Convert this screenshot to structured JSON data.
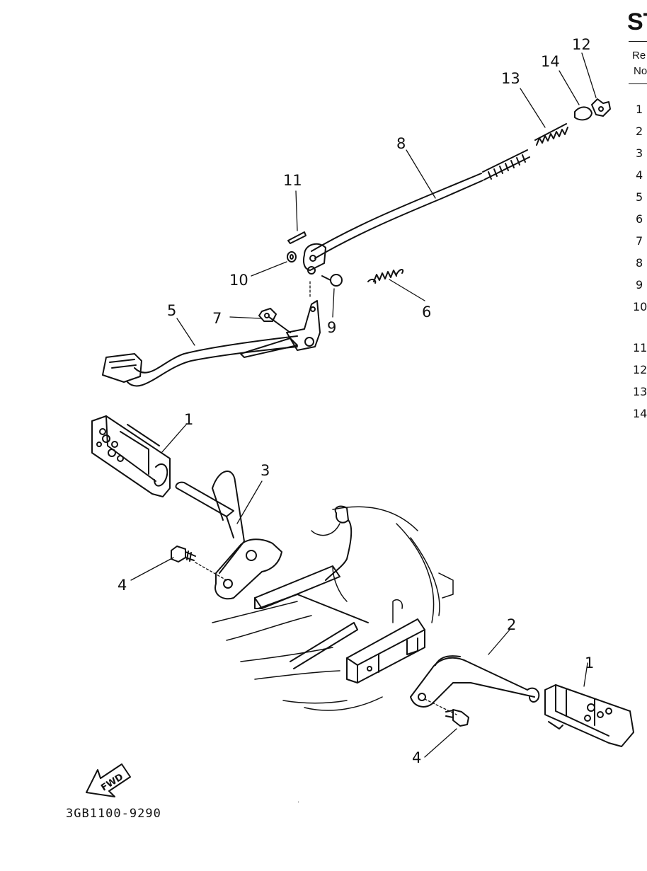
{
  "title": "ST",
  "table_header": {
    "line1": "Re",
    "line2": "No"
  },
  "ref_column": [
    "1",
    "2",
    "3",
    "4",
    "5",
    "6",
    "7",
    "8",
    "9",
    "10",
    "11",
    "12",
    "13",
    "14"
  ],
  "callouts": {
    "c1a": "1",
    "c1b": "1",
    "c2": "2",
    "c3": "3",
    "c4a": "4",
    "c4b": "4",
    "c5": "5",
    "c6": "6",
    "c7": "7",
    "c8": "8",
    "c9": "9",
    "c10": "10",
    "c11": "11",
    "c12": "12",
    "c13": "13",
    "c14": "14"
  },
  "fwd_label": "FWD",
  "diagram_code": "3GB1100-9290",
  "colors": {
    "ink": "#111111",
    "paper": "#ffffff"
  }
}
